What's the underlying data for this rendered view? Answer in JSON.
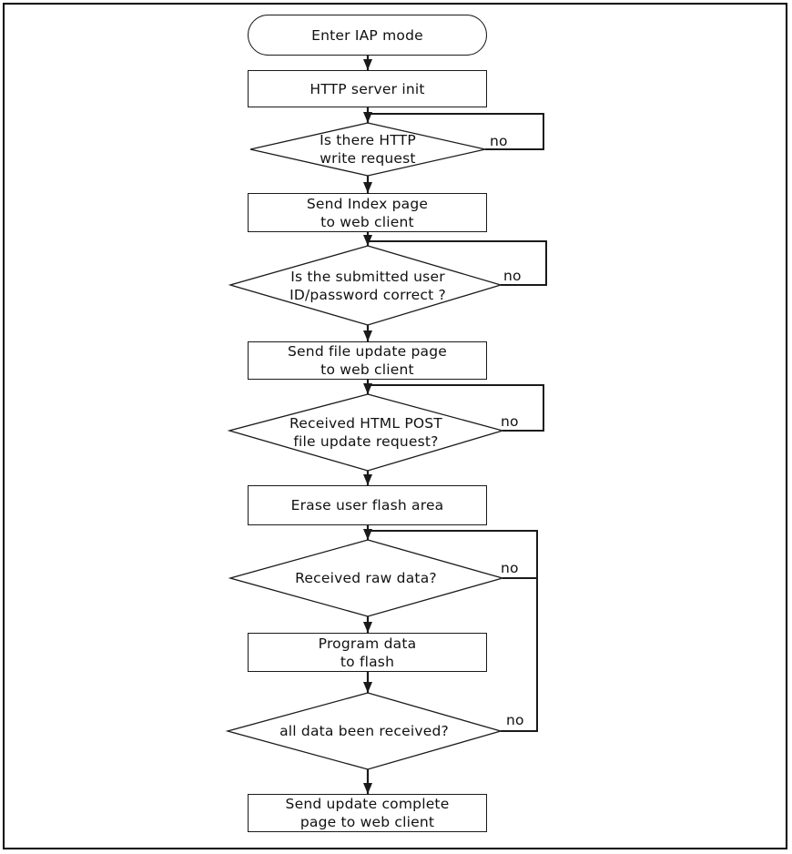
{
  "flowchart": {
    "nodes": [
      {
        "id": "start",
        "type": "terminator",
        "label": "Enter IAP mode"
      },
      {
        "id": "server-init",
        "type": "process",
        "label": "HTTP server init"
      },
      {
        "id": "write-request",
        "type": "decision",
        "label": "Is there HTTP\nwrite request"
      },
      {
        "id": "send-index",
        "type": "process",
        "label": "Send Index page\nto web client"
      },
      {
        "id": "id-password",
        "type": "decision",
        "label": "Is the submitted user\nID/password correct ?"
      },
      {
        "id": "send-file-update",
        "type": "process",
        "label": "Send file update page\nto web client"
      },
      {
        "id": "post-request",
        "type": "decision",
        "label": "Received HTML POST\nfile update request?"
      },
      {
        "id": "erase-flash",
        "type": "process",
        "label": "Erase user flash area"
      },
      {
        "id": "raw-data",
        "type": "decision",
        "label": "Received raw data?"
      },
      {
        "id": "program-flash",
        "type": "process",
        "label": "Program data\nto flash"
      },
      {
        "id": "all-received",
        "type": "decision",
        "label": "all data been received?"
      },
      {
        "id": "send-complete",
        "type": "process",
        "label": "Send update complete\npage to web client"
      }
    ],
    "edge_labels": [
      "no",
      "no",
      "no",
      "no",
      "no"
    ],
    "colors": {
      "stroke": "#1a1a1a",
      "fill": "#ffffff",
      "text": "#111111"
    }
  }
}
